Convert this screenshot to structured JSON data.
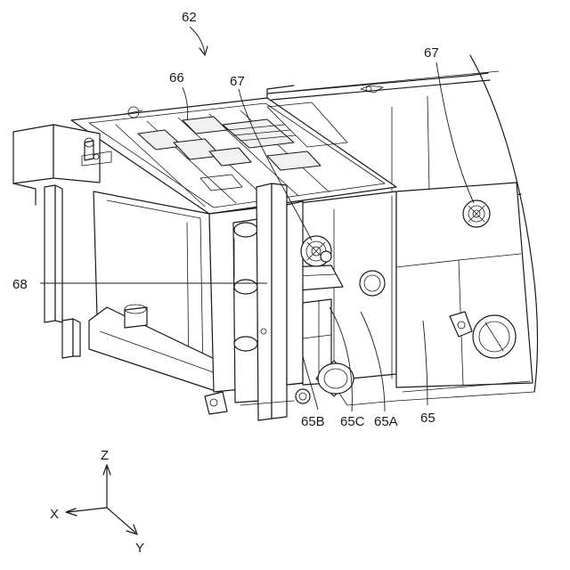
{
  "figure": {
    "assembly_label": "62",
    "part_labels": {
      "cover": "66",
      "coupling_left": "67",
      "coupling_right": "67",
      "lever": "68",
      "housing": "65",
      "housing_a": "65A",
      "housing_b": "65B",
      "housing_c": "65C"
    },
    "axes": {
      "z": "Z",
      "x": "X",
      "y": "Y"
    }
  }
}
